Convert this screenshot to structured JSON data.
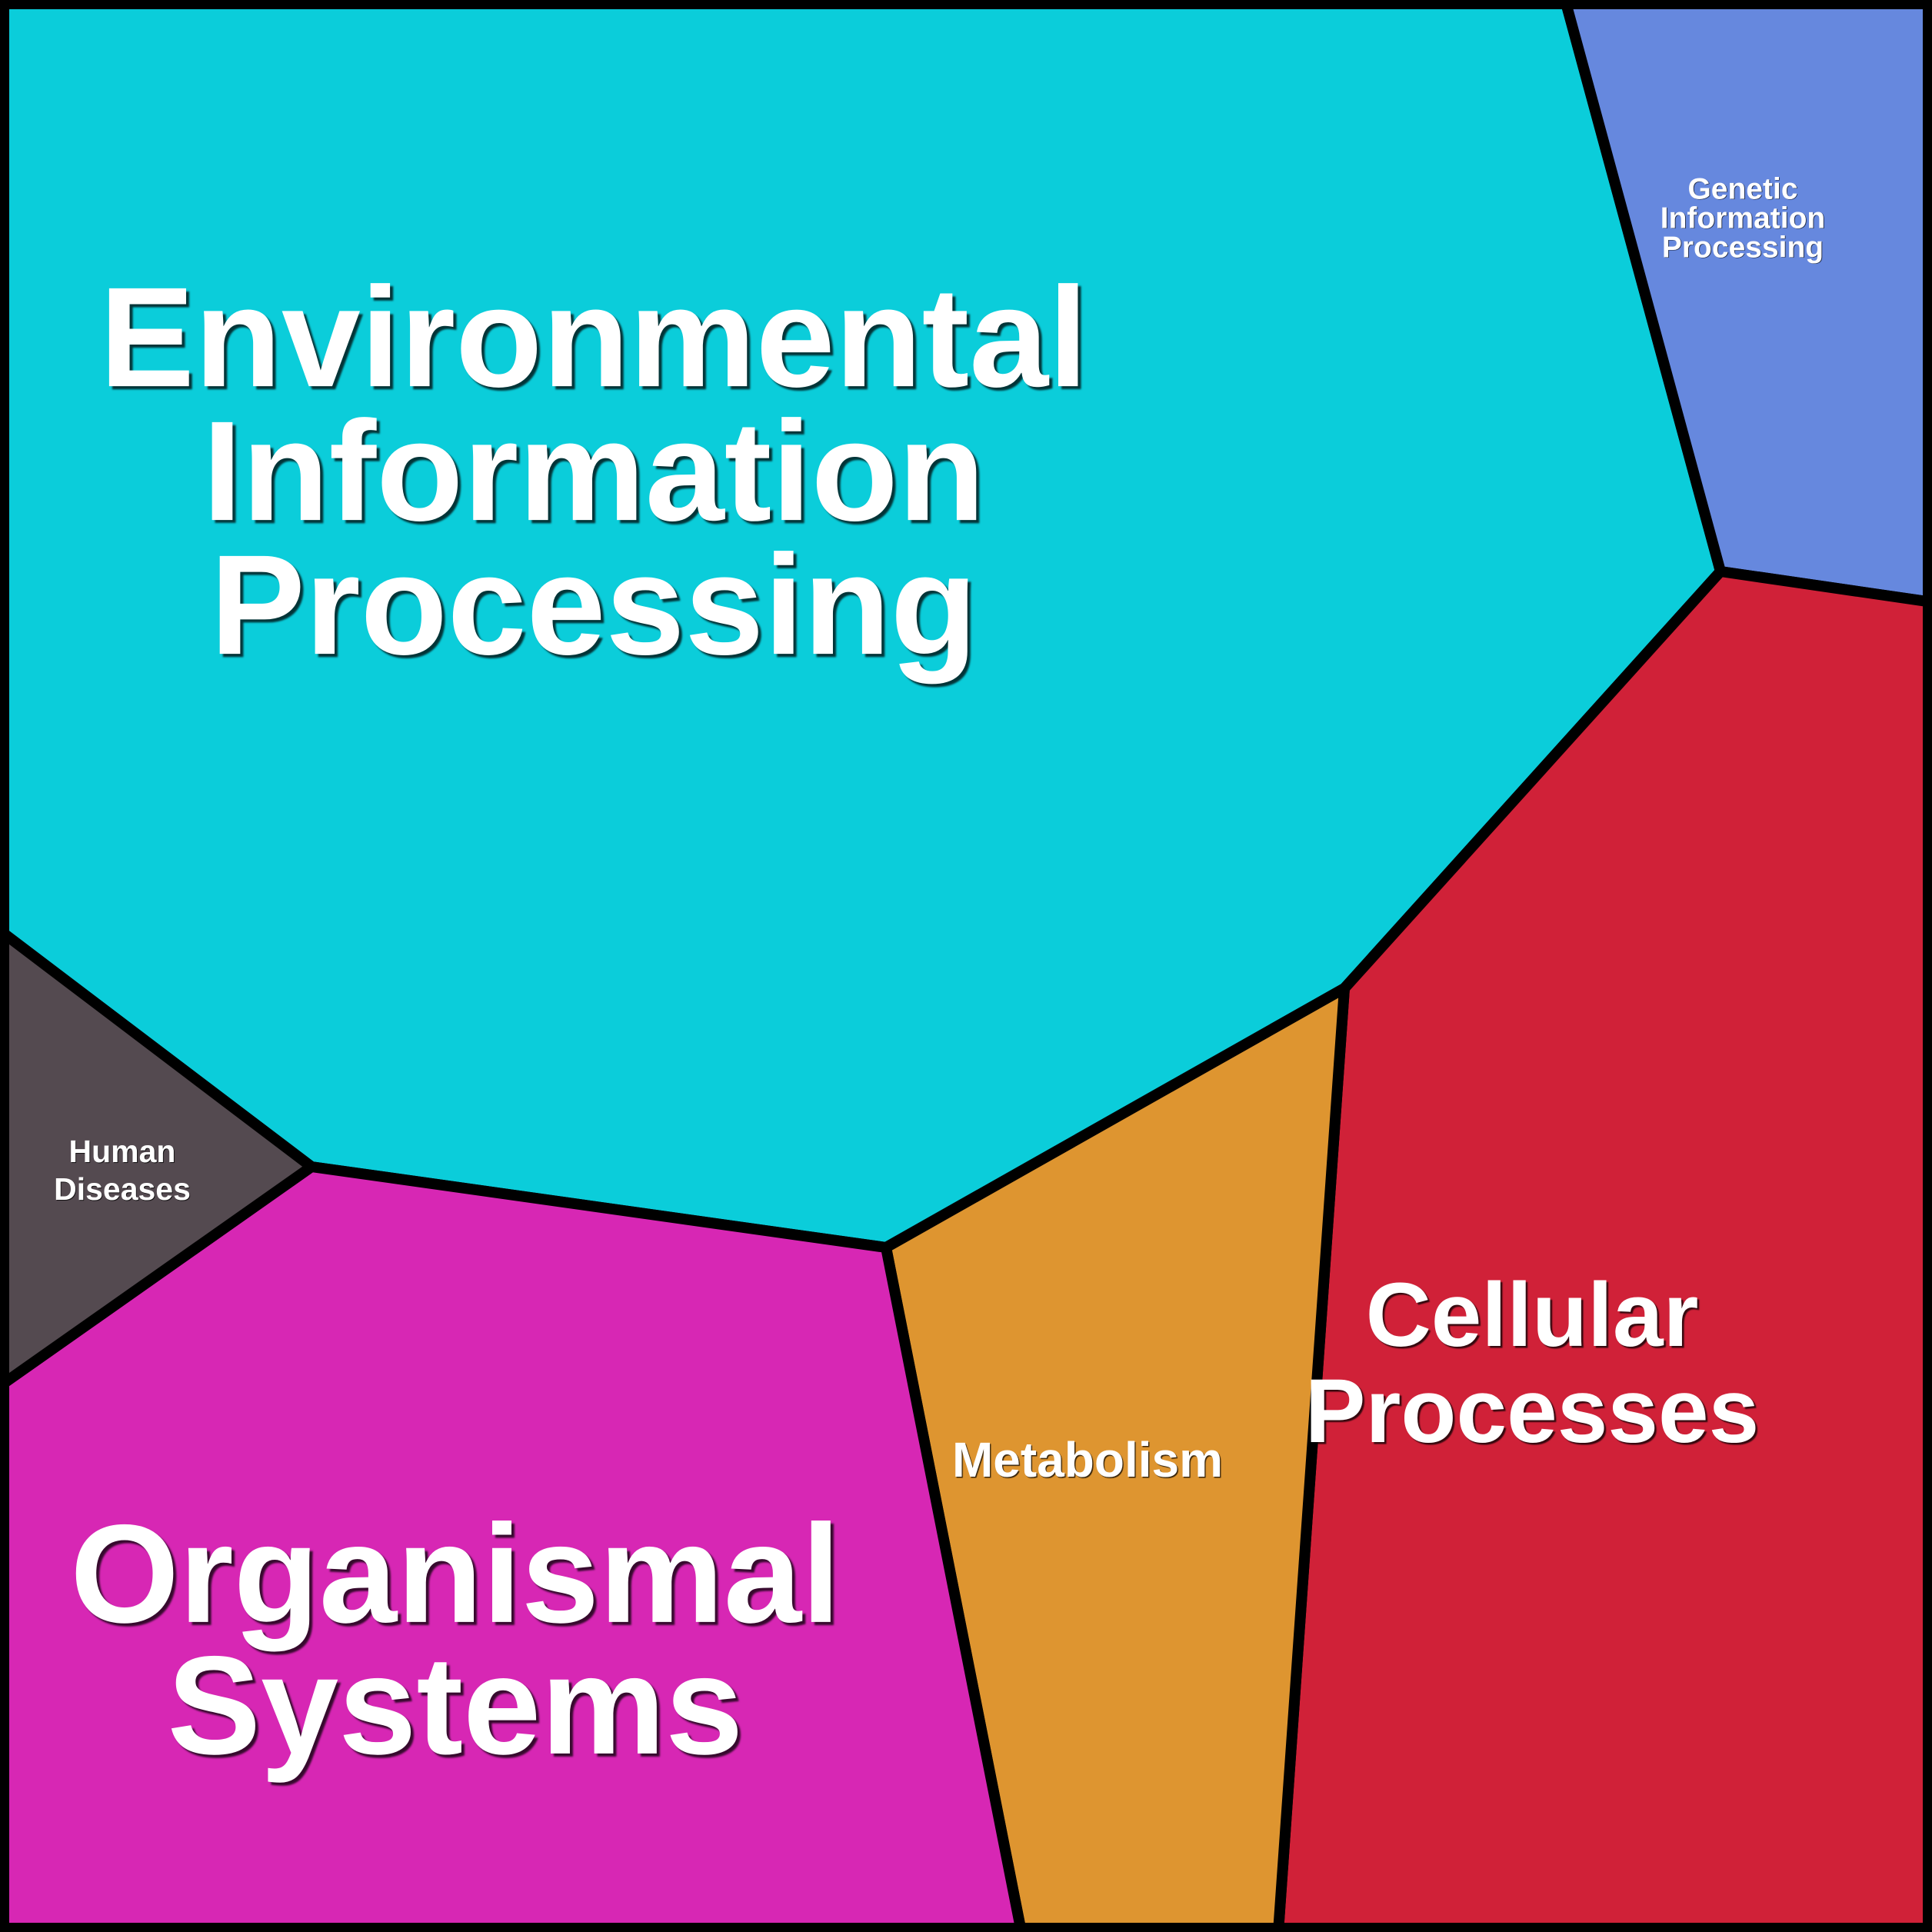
{
  "meta": {
    "text_color": "#ffffff",
    "outline_color": "#000000",
    "frame_color": "#000000"
  },
  "regions": [
    {
      "id": "environmental-information-processing",
      "label": "Environmental\nInformation\nProcessing",
      "color": "#0bcdda",
      "area_percent": 47.9
    },
    {
      "id": "genetic-information-processing",
      "label": "Genetic\nInformation\nProcessing",
      "color": "#6688de",
      "area_percent": 4.3
    },
    {
      "id": "cellular-processes",
      "label": "Cellular\nProcesses",
      "color": "#d02138",
      "area_percent": 20.1
    },
    {
      "id": "metabolism",
      "label": "Metabolism",
      "color": "#de9530",
      "area_percent": 7.9
    },
    {
      "id": "organismal-systems",
      "label": "Organismal\nSystems",
      "color": "#d727b4",
      "area_percent": 17.9
    },
    {
      "id": "human-diseases",
      "label": "Human\nDiseases",
      "color": "#544a50",
      "area_percent": 1.9
    }
  ],
  "chart_data": {
    "type": "voronoi-treemap",
    "categories": [
      "Environmental Information Processing",
      "Cellular Processes",
      "Organismal Systems",
      "Metabolism",
      "Genetic Information Processing",
      "Human Diseases"
    ],
    "values_area_percent": [
      47.9,
      20.1,
      17.9,
      7.9,
      4.3,
      1.9
    ],
    "colors": [
      "#0bcdda",
      "#d02138",
      "#d727b4",
      "#de9530",
      "#6688de",
      "#544a50"
    ],
    "legend_position": "none",
    "gridlines": false,
    "notes": "Polygon area encodes each category's relative share; labels are drawn inside cells, no numeric values shown."
  }
}
